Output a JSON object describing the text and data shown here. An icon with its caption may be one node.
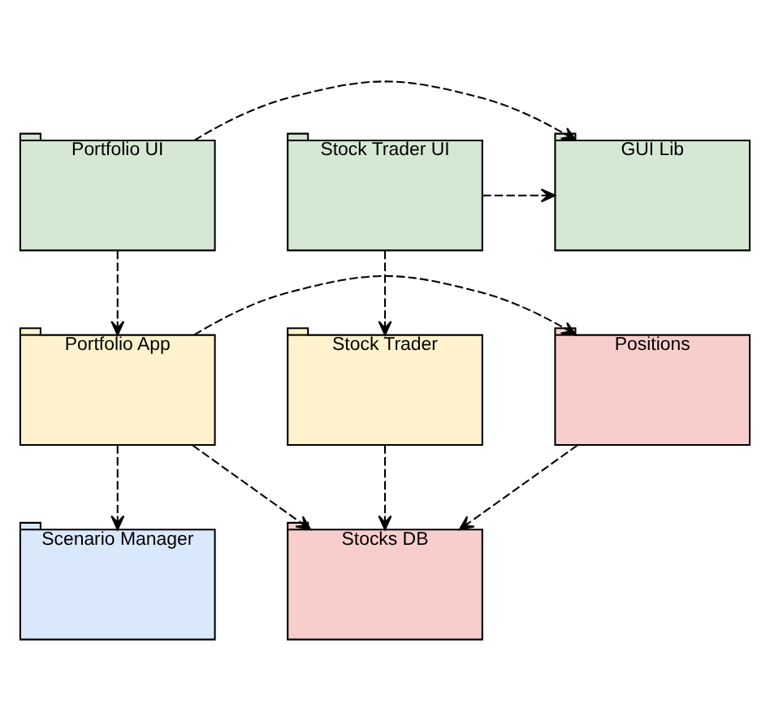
{
  "diagram": {
    "nodes": [
      {
        "text": [
          "Stock Trader UI"
        ]
      },
      {
        "text": [
          "GUI Lib"
        ]
      },
      {
        "text": [
          "Portfolio UI"
        ]
      },
      {
        "text": [
          "Stock Trader"
        ]
      },
      {
        "text": [
          "Portfolio App"
        ]
      },
      {
        "text": [
          "Positions"
        ]
      },
      {
        "text": [
          "Scenario Manager"
        ]
      },
      {
        "text": [
          "Stocks DB"
        ]
      }
    ],
    "edges": [
      {
        "from": 0,
        "to": 1,
        "arrow": "to",
        "style": "dashed"
      },
      {
        "from": 2,
        "to": 1,
        "arrow": "to",
        "style": "dashed"
      },
      {
        "from": 0,
        "to": 3,
        "arrow": "to",
        "style": "dashed"
      },
      {
        "from": 2,
        "to": 4,
        "arrow": "to",
        "style": "dashed"
      },
      {
        "from": 4,
        "to": 5,
        "arrow": "to",
        "style": "dashed"
      },
      {
        "from": 4,
        "to": 6,
        "arrow": "to",
        "style": "dashed"
      },
      {
        "from": 3,
        "to": 7,
        "arrow": "to",
        "style": "dashed"
      },
      {
        "from": 4,
        "to": 7,
        "arrow": "to",
        "style": "dashed"
      },
      {
        "from": 5,
        "to": 7,
        "arrow": "to",
        "style": "dashed"
      }
    ]
  }
}
